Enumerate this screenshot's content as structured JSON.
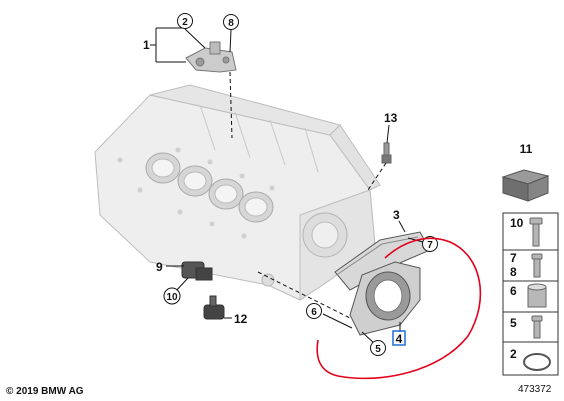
{
  "diagram": {
    "callouts": {
      "c1": "1",
      "c2": "2",
      "c8": "8",
      "c13": "13",
      "c3": "3",
      "c7": "7",
      "c9": "9",
      "c10": "10",
      "c12": "12",
      "c6": "6",
      "c5": "5",
      "c4": "4"
    },
    "legend": {
      "c11": "11",
      "r10": "10",
      "r7": "7",
      "r8": "8",
      "r6": "6",
      "r5": "5",
      "r2": "2"
    },
    "annotation_color": "#e3001b",
    "highlight_color": "#1e6fd9"
  },
  "footer": {
    "copyright": "© 2019 BMW AG",
    "reference": "473372"
  }
}
